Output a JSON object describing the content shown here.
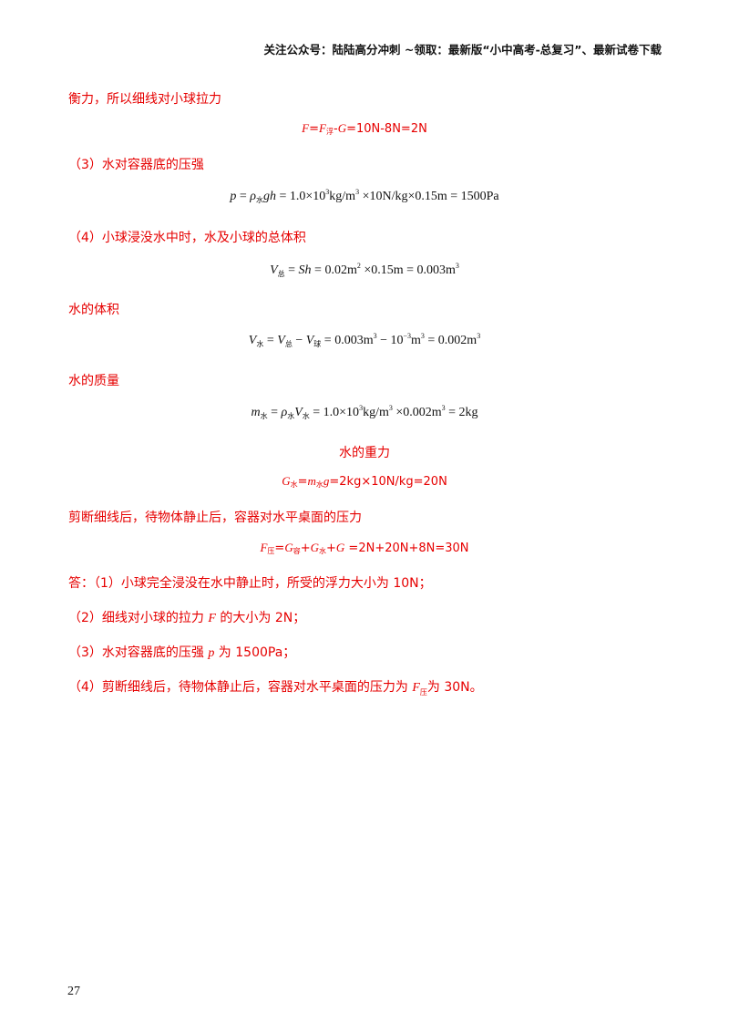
{
  "header": {
    "text": "关注公众号：陆陆高分冲刺  ~领取：最新版“小中高考-总复习”、最新试卷下载"
  },
  "lines": {
    "l1": "衡力，所以细线对小球拉力",
    "eq1": {
      "a": "F",
      "b": "=",
      "c": "F",
      "d": "浮",
      "e": "-",
      "f": "G",
      "g": "=10N-8N=2N"
    },
    "l2": "（3）水对容器底的压强",
    "eq2": {
      "p": "p",
      "eq": " = ",
      "rho": "ρ",
      "sub": "水",
      "gh": "gh",
      "rest": " = 1.0×10",
      "e3": "3",
      "u1": "kg/m",
      "e3b": "3",
      "rest2": " ×10N/kg×0.15m = 1500Pa"
    },
    "l3": "（4）小球浸没水中时，水及小球的总体积",
    "eq3": {
      "v": "V",
      "sub": "总",
      "rest": " = ",
      "sh": "Sh",
      "r2": " = 0.02m",
      "e2": "2",
      "r3": " ×0.15m = 0.003m",
      "e3": "3"
    },
    "l4": "水的体积",
    "eq4": {
      "v": "V",
      "s1": "水",
      "eq": " = ",
      "v2": "V",
      "s2": "总",
      "minus": " − ",
      "v3": "V",
      "s3": "球",
      "r1": " = 0.003m",
      "e1": "3",
      "r2": " − 10",
      "e2": "−3",
      "r3": "m",
      "e3": "3",
      "r4": " = 0.002m",
      "e4": "3"
    },
    "l5": "水的质量",
    "eq5": {
      "m": "m",
      "s1": "水",
      "eq": " = ",
      "rho": "ρ",
      "s2": "水",
      "v": "V",
      "s3": "水",
      "r1": " = 1.0×10",
      "e1": "3",
      "r2": "kg/m",
      "e2": "3",
      "r3": " ×0.002m",
      "e3": "3",
      "r4": " = 2kg"
    },
    "l6": "水的重力",
    "eq6": {
      "g": "G",
      "s1": "水",
      "eq": "=",
      "m": "m",
      "s2": "水",
      "g2": "g",
      "rest": "=2kg×10N/kg=20N"
    },
    "l7": "剪断细线后，待物体静止后，容器对水平桌面的压力",
    "eq7": {
      "f": "F",
      "s1": "压",
      "eq": "=",
      "g1": "G",
      "s2": "容",
      "p1": "+",
      "g2": "G",
      "s3": "水",
      "p2": "+",
      "g3": "G",
      "rest": " =2N+20N+8N=30N"
    },
    "a0": "答：（1）小球完全浸没在水中静止时，所受的浮力大小为 10N；",
    "a2a": "（2）细线对小球的拉力 ",
    "a2f": "F",
    "a2b": " 的大小为 2N；",
    "a3a": "（3）水对容器底的压强 ",
    "a3p": "p",
    "a3b": " 为 1500Pa；",
    "a4a": "（4）剪断细线后，待物体静止后，容器对水平桌面的压力为 ",
    "a4f": "F",
    "a4s": "压",
    "a4b": "为 30N。"
  },
  "page_number": "27"
}
